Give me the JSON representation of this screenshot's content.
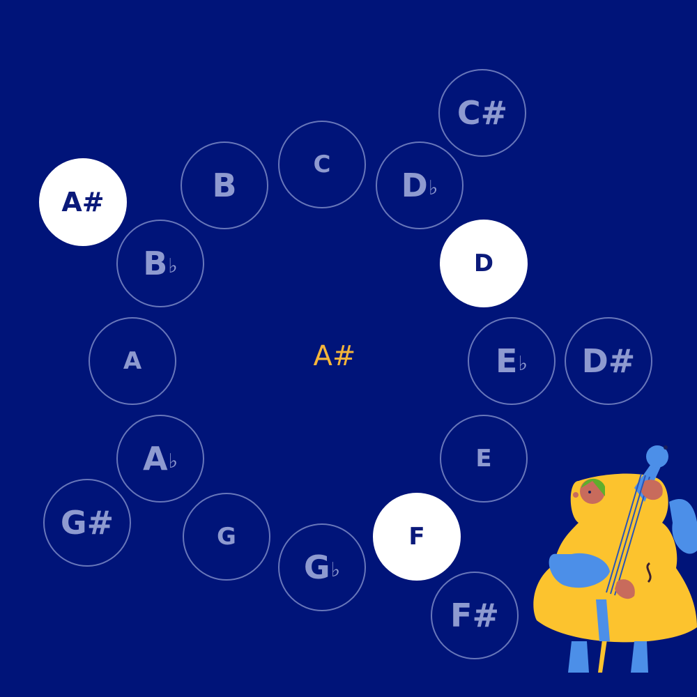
{
  "current_key": "A#",
  "notes": {
    "c_sharp": {
      "label": "C#",
      "active": false
    },
    "c": {
      "label": "C",
      "active": false
    },
    "b": {
      "label": "B",
      "active": false
    },
    "d_flat": {
      "base": "D",
      "accidental": "♭",
      "active": false
    },
    "a_sharp": {
      "label": "A#",
      "active": true
    },
    "b_flat": {
      "base": "B",
      "accidental": "♭",
      "active": false
    },
    "d": {
      "label": "D",
      "active": true
    },
    "a": {
      "label": "A",
      "active": false
    },
    "e_flat": {
      "base": "E",
      "accidental": "♭",
      "active": false
    },
    "d_sharp": {
      "label": "D#",
      "active": false
    },
    "a_flat": {
      "base": "A",
      "accidental": "♭",
      "active": false
    },
    "e": {
      "label": "E",
      "active": false
    },
    "g_sharp": {
      "label": "G#",
      "active": false
    },
    "g": {
      "label": "G",
      "active": false
    },
    "f": {
      "label": "F",
      "active": true
    },
    "g_flat": {
      "base": "G",
      "accidental": "♭",
      "active": false
    },
    "f_sharp": {
      "label": "F#",
      "active": false
    }
  },
  "illustration": {
    "name": "cello-player-illustration"
  },
  "colors": {
    "background": "#001479",
    "note_inactive": "#8e9ad0",
    "note_active_fill": "#ffffff",
    "note_active_text": "#0b1a7a",
    "center_label": "#f5b53a"
  }
}
